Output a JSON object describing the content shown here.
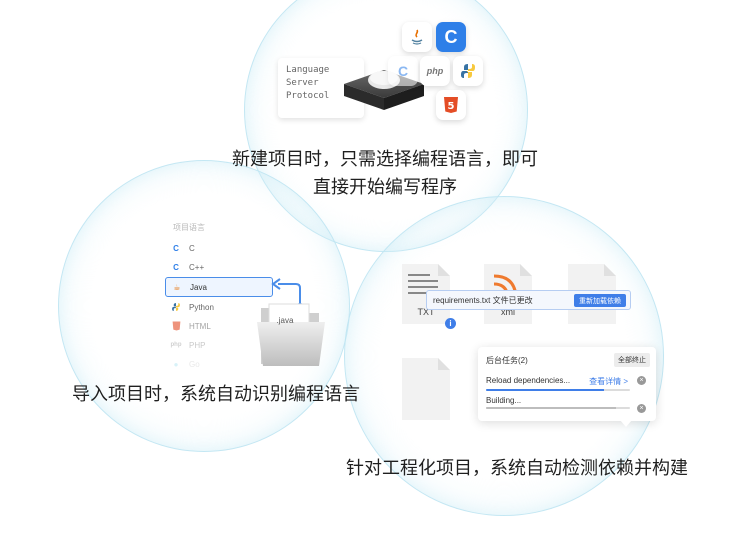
{
  "top": {
    "lsp_lines": [
      "Language",
      "Server",
      "Protocol"
    ],
    "icons": [
      "java-icon",
      "c-icon",
      "cpp-icon",
      "php-icon",
      "python-icon",
      "html5-icon"
    ],
    "php_label": "php",
    "html5_label": "5",
    "c_label": "C",
    "caption_line1": "新建项目时，只需选择编程语言，即可",
    "caption_line2": "直接开始编写程序"
  },
  "left": {
    "list_header": "项目语言",
    "languages": [
      {
        "label": "C",
        "icon": "c-icon"
      },
      {
        "label": "C++",
        "icon": "cpp-icon"
      },
      {
        "label": "Java",
        "icon": "java-icon"
      },
      {
        "label": "Python",
        "icon": "python-icon"
      },
      {
        "label": "HTML",
        "icon": "html5-icon"
      },
      {
        "label": "PHP",
        "icon": "php-icon"
      },
      {
        "label": "Go",
        "icon": "go-icon"
      }
    ],
    "folder_label": ".java",
    "caption": "导入项目时，系统自动识别编程语言"
  },
  "right": {
    "file_labels": [
      "TXT",
      "xml"
    ],
    "notice_text": "requirements.txt 文件已更改",
    "reload_button": "重新加载依赖",
    "tasks_title": "后台任务(2)",
    "end_all_button": "全部终止",
    "task1": {
      "label": "Reload dependencies...",
      "link": "查看详情 >",
      "progress": 0.82
    },
    "task2": {
      "label": "Building...",
      "progress": 0.9
    },
    "caption": "针对工程化项目，系统自动检测依赖并构建"
  },
  "colors": {
    "accent": "#3f7ee8",
    "bubble_edge": "#bee4f2"
  }
}
